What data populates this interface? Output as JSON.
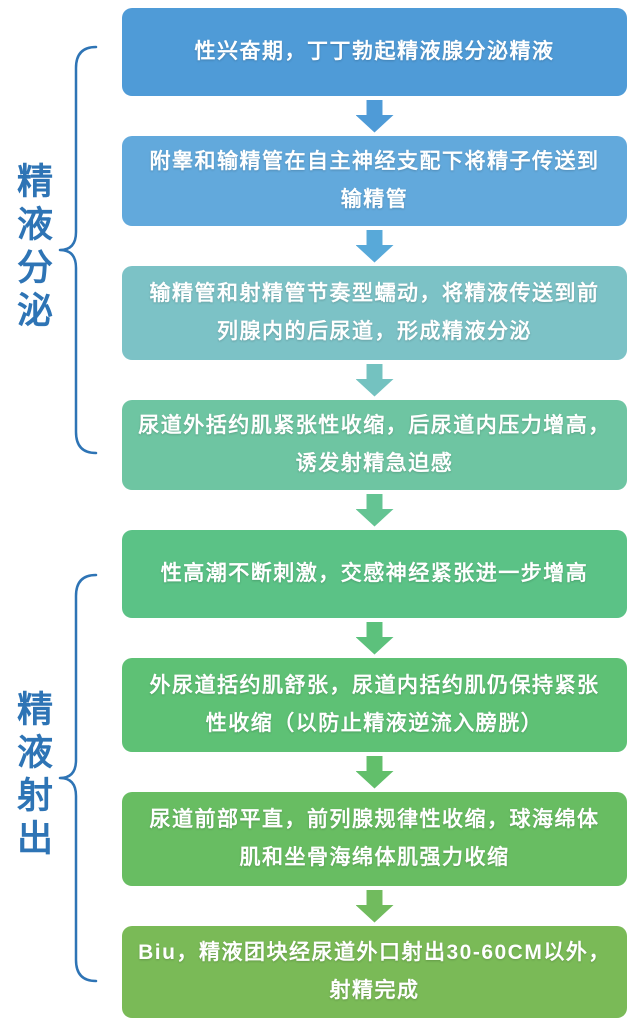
{
  "accent": "#2e74b5",
  "sections": [
    {
      "label": "精液分泌"
    },
    {
      "label": "精液射出"
    }
  ],
  "steps": [
    {
      "text": "性兴奋期，丁丁勃起精液腺分泌精液",
      "bg": "#4f9bd7"
    },
    {
      "text": "附睾和输精管在自主神经支配下将精子传送到\n输精管",
      "bg": "#62a9dc"
    },
    {
      "text": "输精管和射精管节奏型蠕动，将精液传送到前\n列腺内的后尿道，形成精液分泌",
      "bg": "#7cc2c6"
    },
    {
      "text": "尿道外括约肌紧张性收缩，后尿道内压力增高，\n诱发射精急迫感",
      "bg": "#6ec5a2"
    },
    {
      "text": "性高潮不断刺激，交感神经紧张进一步增高",
      "bg": "#5bc286"
    },
    {
      "text": "外尿道括约肌舒张，尿道内括约肌仍保持紧张\n性收缩（以防止精液逆流入膀胱）",
      "bg": "#5ec175"
    },
    {
      "text": "尿道前部平直，前列腺规律性收缩，球海绵体\n肌和坐骨海绵体肌强力收缩",
      "bg": "#68bd62"
    },
    {
      "text": "Biu，精液团块经尿道外口射出30-60CM以外，\n射精完成",
      "bg": "#7aba57"
    }
  ],
  "arrows": [
    "#4f9bd7",
    "#58a9d9",
    "#74c2c0",
    "#64c493",
    "#5cc17c",
    "#62bf6b",
    "#71bb5e"
  ]
}
